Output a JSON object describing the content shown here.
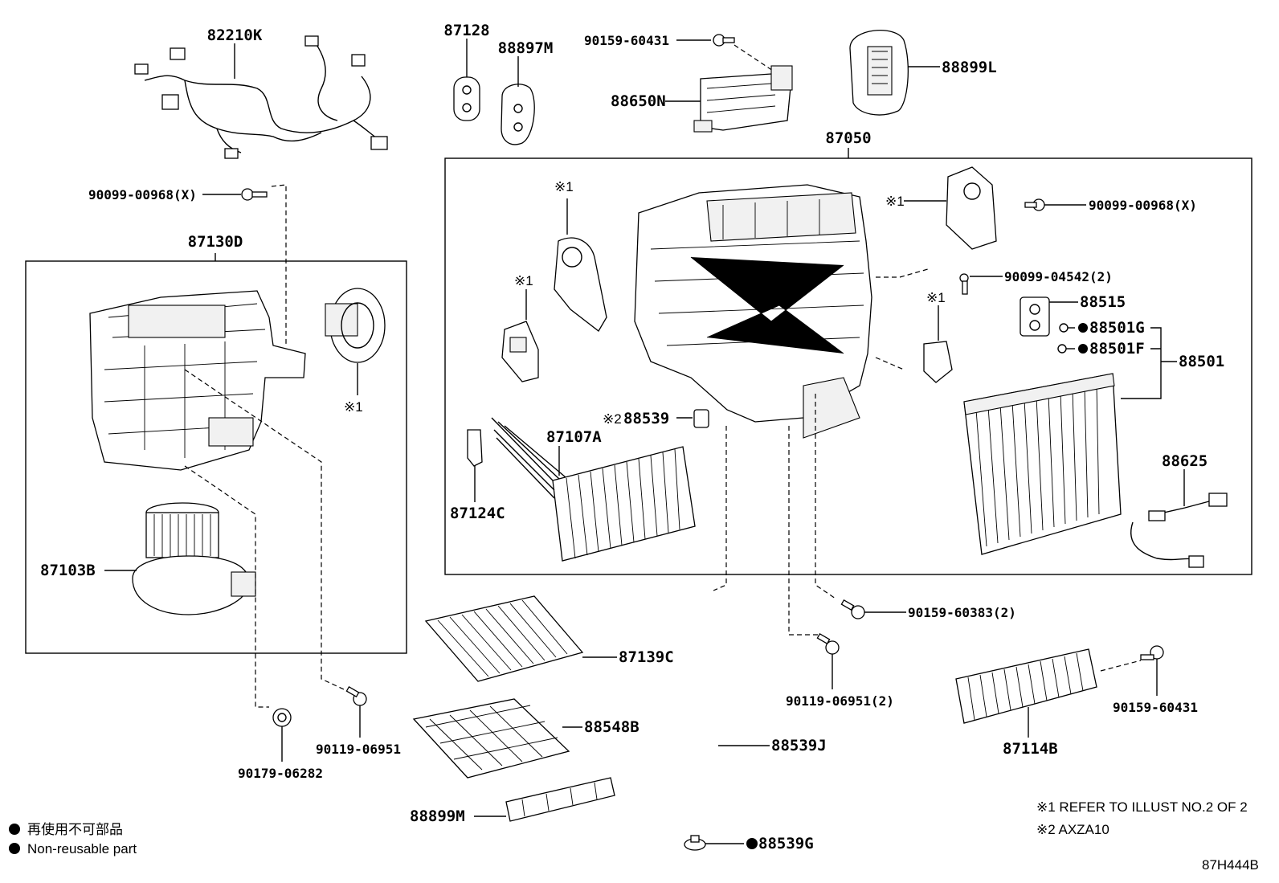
{
  "parts": {
    "p82210K": "82210K",
    "p87128": "87128",
    "p88897M": "88897M",
    "p90159_60431_top": "90159-60431",
    "p88650N": "88650N",
    "p88899L": "88899L",
    "p87050": "87050",
    "p90099_00968_left": "90099-00968(X)",
    "p87130D": "87130D",
    "p87103B": "87103B",
    "p90099_00968_right": "90099-00968(X)",
    "p90099_04542": "90099-04542(2)",
    "p88515": "88515",
    "p88501G": "88501G",
    "p88501F": "88501F",
    "p88501": "88501",
    "p88539": "88539",
    "p87107A": "87107A",
    "p87124C": "87124C",
    "p88625": "88625",
    "p87139C": "87139C",
    "p88548B": "88548B",
    "p88899M": "88899M",
    "p88539J": "88539J",
    "p88539G": "88539G",
    "p90159_60383": "90159-60383(2)",
    "p90119_06951_2": "90119-06951(2)",
    "p90159_60431_bottom": "90159-60431",
    "p87114B": "87114B",
    "p90119_06951": "90119-06951",
    "p90179_06282": "90179-06282"
  },
  "ref_marks": {
    "r1": "※1",
    "r2": "※2"
  },
  "notes": {
    "note1": "※1 REFER TO ILLUST NO.2 OF 2",
    "note2": "※2 AXZA10"
  },
  "legend": {
    "jp": "再使用不可部品",
    "en": "Non-reusable part"
  },
  "drawing_code": "87H444B"
}
